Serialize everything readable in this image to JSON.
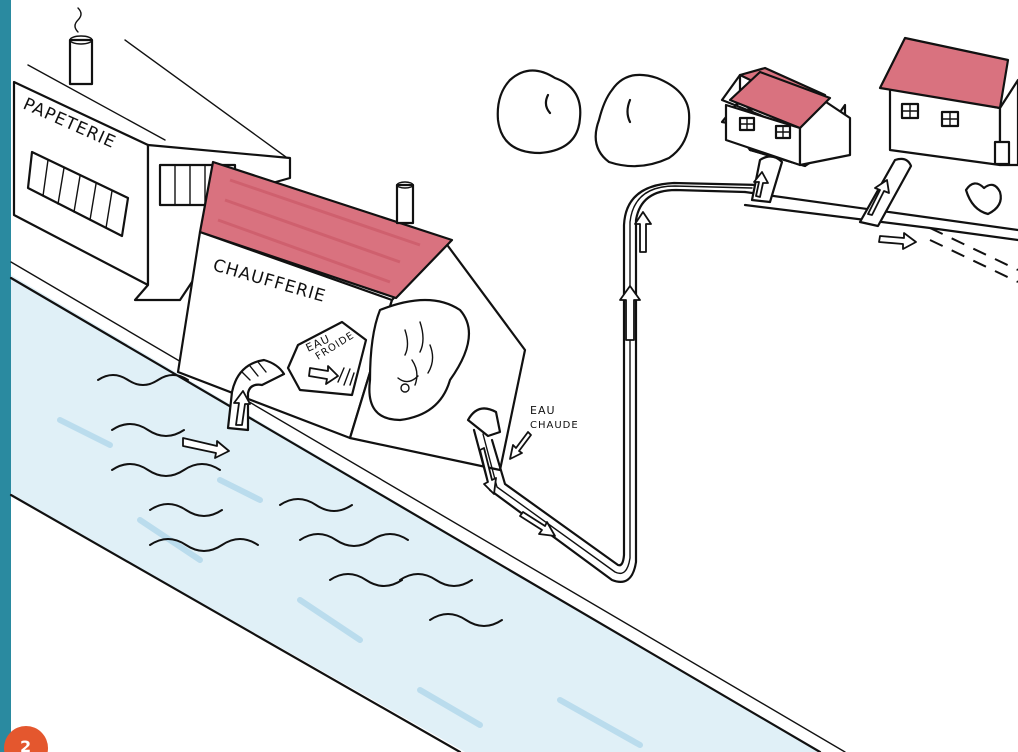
{
  "labels": {
    "papeterie": "PAPETERIE",
    "chaufferie": "CHAUFFERIE",
    "eau_froide_line1": "EAU",
    "eau_froide_line2": "FROIDE",
    "eau_chaude_line1": "EAU",
    "eau_chaude_line2": "CHAUDE"
  },
  "page_badge": "2",
  "colors": {
    "roof": "#d9727f",
    "roof_shade": "#c95563",
    "river": "#cfe8f3",
    "river_wave": "#a9d3e8",
    "border": "#2a8aa0",
    "badge": "#e4572e"
  },
  "icons": {
    "arrow": "white-outlined-arrow",
    "pipe": "heating-pipe"
  }
}
